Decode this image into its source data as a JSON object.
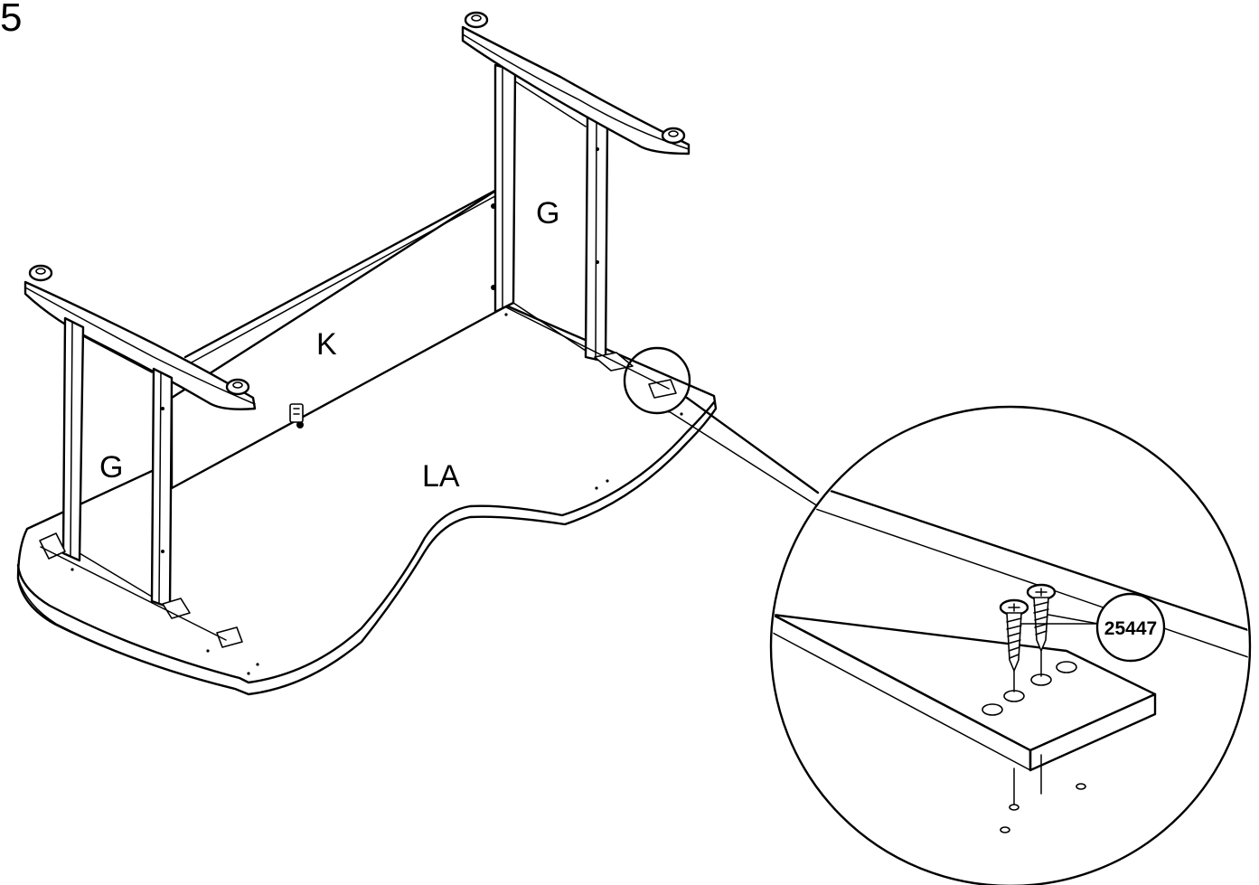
{
  "step_number": "5",
  "part_labels": {
    "side_frame_left": "G",
    "side_frame_right": "G",
    "back_panel": "K",
    "desktop": "LA"
  },
  "screw_part_number": "25447",
  "colors": {
    "line": "#000000",
    "background": "#ffffff"
  }
}
